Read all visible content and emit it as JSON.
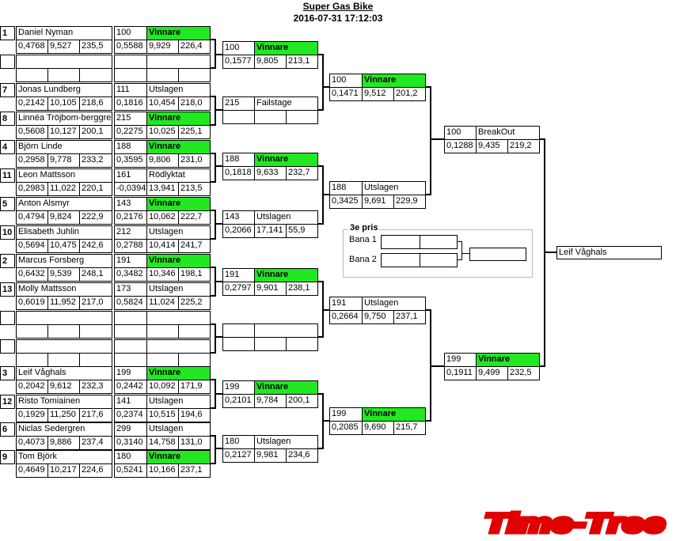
{
  "header": {
    "title": "Super Gas Bike",
    "datetime": "2016-07-31 17:12:03"
  },
  "seeds": [
    "1",
    "",
    "7",
    "8",
    "4",
    "11",
    "5",
    "10",
    "2",
    "13",
    "",
    "",
    "3",
    "12",
    "6",
    "9"
  ],
  "round1": [
    {
      "name": "Daniel Nyman",
      "rt": "0,4768",
      "et": "9,527",
      "spd": "235,5"
    },
    {
      "name": "",
      "rt": "",
      "et": "",
      "spd": ""
    },
    {
      "name": "Jonas Lundberg",
      "rt": "0,2142",
      "et": "10,105",
      "spd": "218,6"
    },
    {
      "name": "Linnéa Tröjbom-berggren",
      "rt": "0,5608",
      "et": "10,127",
      "spd": "200,1"
    },
    {
      "name": "Björn Linde",
      "rt": "0,2958",
      "et": "9,778",
      "spd": "233,2"
    },
    {
      "name": "Leon Mattsson",
      "rt": "0,2983",
      "et": "11,022",
      "spd": "220,1"
    },
    {
      "name": "Anton Alsmyr",
      "rt": "0,4794",
      "et": "9,824",
      "spd": "222,9"
    },
    {
      "name": "Elisabeth Juhlin",
      "rt": "0,5694",
      "et": "10,475",
      "spd": "242,6"
    },
    {
      "name": "Marcus Forsberg",
      "rt": "0,6432",
      "et": "9,539",
      "spd": "248,1"
    },
    {
      "name": "Molly Mattsson",
      "rt": "0,6019",
      "et": "11,952",
      "spd": "217,0"
    },
    {
      "name": "",
      "rt": "",
      "et": "",
      "spd": ""
    },
    {
      "name": "",
      "rt": "",
      "et": "",
      "spd": ""
    },
    {
      "name": "Leif Våghals",
      "rt": "0,2042",
      "et": "9,612",
      "spd": "232,3"
    },
    {
      "name": "Risto Tomiainen",
      "rt": "0,1929",
      "et": "11,250",
      "spd": "217,6"
    },
    {
      "name": "Niclas Sedergren",
      "rt": "0,4073",
      "et": "9,886",
      "spd": "237,4"
    },
    {
      "name": "Tom Björk",
      "rt": "0,4649",
      "et": "10,217",
      "spd": "224,6"
    }
  ],
  "round2": [
    {
      "num": "100",
      "status": "Vinnare",
      "win": true,
      "rt": "0,5588",
      "et": "9,929",
      "spd": "226,4"
    },
    {
      "num": "",
      "status": "",
      "win": false,
      "rt": "",
      "et": "",
      "spd": ""
    },
    {
      "num": "111",
      "status": "Utslagen",
      "win": false,
      "rt": "0,1816",
      "et": "10,454",
      "spd": "218,0"
    },
    {
      "num": "215",
      "status": "Vinnare",
      "win": true,
      "rt": "0,2275",
      "et": "10,025",
      "spd": "225,1"
    },
    {
      "num": "188",
      "status": "Vinnare",
      "win": true,
      "rt": "0,3595",
      "et": "9,806",
      "spd": "231,0"
    },
    {
      "num": "161",
      "status": "Rödlyktat",
      "win": false,
      "rt": "-0,0394",
      "et": "13,941",
      "spd": "213,5"
    },
    {
      "num": "143",
      "status": "Vinnare",
      "win": true,
      "rt": "0,2176",
      "et": "10,062",
      "spd": "222,7"
    },
    {
      "num": "212",
      "status": "Utslagen",
      "win": false,
      "rt": "0,2788",
      "et": "10,414",
      "spd": "241,7"
    },
    {
      "num": "191",
      "status": "Vinnare",
      "win": true,
      "rt": "0,3482",
      "et": "10,346",
      "spd": "198,1"
    },
    {
      "num": "173",
      "status": "Utslagen",
      "win": false,
      "rt": "0,5824",
      "et": "11,024",
      "spd": "225,2"
    },
    {
      "num": "",
      "status": "",
      "win": false,
      "rt": "",
      "et": "",
      "spd": ""
    },
    {
      "num": "",
      "status": "",
      "win": false,
      "rt": "",
      "et": "",
      "spd": ""
    },
    {
      "num": "199",
      "status": "Vinnare",
      "win": true,
      "rt": "0,2442",
      "et": "10,092",
      "spd": "171,9"
    },
    {
      "num": "141",
      "status": "Utslagen",
      "win": false,
      "rt": "0,2374",
      "et": "10,515",
      "spd": "194,6"
    },
    {
      "num": "299",
      "status": "Utslagen",
      "win": false,
      "rt": "0,3140",
      "et": "14,758",
      "spd": "131,0"
    },
    {
      "num": "180",
      "status": "Vinnare",
      "win": true,
      "rt": "0,5241",
      "et": "10,166",
      "spd": "237,1"
    }
  ],
  "round3": [
    {
      "num": "100",
      "status": "Vinnare",
      "win": true,
      "rt": "0,1577",
      "et": "9,805",
      "spd": "213,1"
    },
    {
      "num": "215",
      "status": "Failstage",
      "win": false,
      "rt": "",
      "et": "",
      "spd": ""
    },
    {
      "num": "188",
      "status": "Vinnare",
      "win": true,
      "rt": "0,1818",
      "et": "9,633",
      "spd": "232,7"
    },
    {
      "num": "143",
      "status": "Utslagen",
      "win": false,
      "rt": "0,2066",
      "et": "17,141",
      "spd": "55,9"
    },
    {
      "num": "191",
      "status": "Vinnare",
      "win": true,
      "rt": "0,2797",
      "et": "9,901",
      "spd": "238,1"
    },
    {
      "num": "",
      "status": "",
      "win": false,
      "rt": "",
      "et": "",
      "spd": ""
    },
    {
      "num": "199",
      "status": "Vinnare",
      "win": true,
      "rt": "0,2101",
      "et": "9,784",
      "spd": "200,1"
    },
    {
      "num": "180",
      "status": "Utslagen",
      "win": false,
      "rt": "0,2127",
      "et": "9,981",
      "spd": "234,6"
    }
  ],
  "round4": [
    {
      "num": "100",
      "status": "Vinnare",
      "win": true,
      "rt": "0,1471",
      "et": "9,512",
      "spd": "201,2"
    },
    {
      "num": "188",
      "status": "Utslagen",
      "win": false,
      "rt": "0,3425",
      "et": "9,691",
      "spd": "229,9"
    },
    {
      "num": "191",
      "status": "Utslagen",
      "win": false,
      "rt": "0,2664",
      "et": "9,750",
      "spd": "237,1"
    },
    {
      "num": "199",
      "status": "Vinnare",
      "win": true,
      "rt": "0,2085",
      "et": "9,690",
      "spd": "215,7"
    }
  ],
  "round5": [
    {
      "num": "100",
      "status": "BreakOut",
      "win": false,
      "rt": "0,1288",
      "et": "9,435",
      "spd": "219,2"
    },
    {
      "num": "199",
      "status": "Vinnare",
      "win": true,
      "rt": "0,1911",
      "et": "9,499",
      "spd": "232,5"
    }
  ],
  "final": {
    "winner": "Leif Våghals"
  },
  "third_place": {
    "title": "3e pris",
    "lane1": "Bana 1",
    "lane2": "Bana 2"
  },
  "logo": {
    "text": "Time-Tree",
    "color": "#e00000"
  },
  "colors": {
    "winner": "#22e822"
  }
}
